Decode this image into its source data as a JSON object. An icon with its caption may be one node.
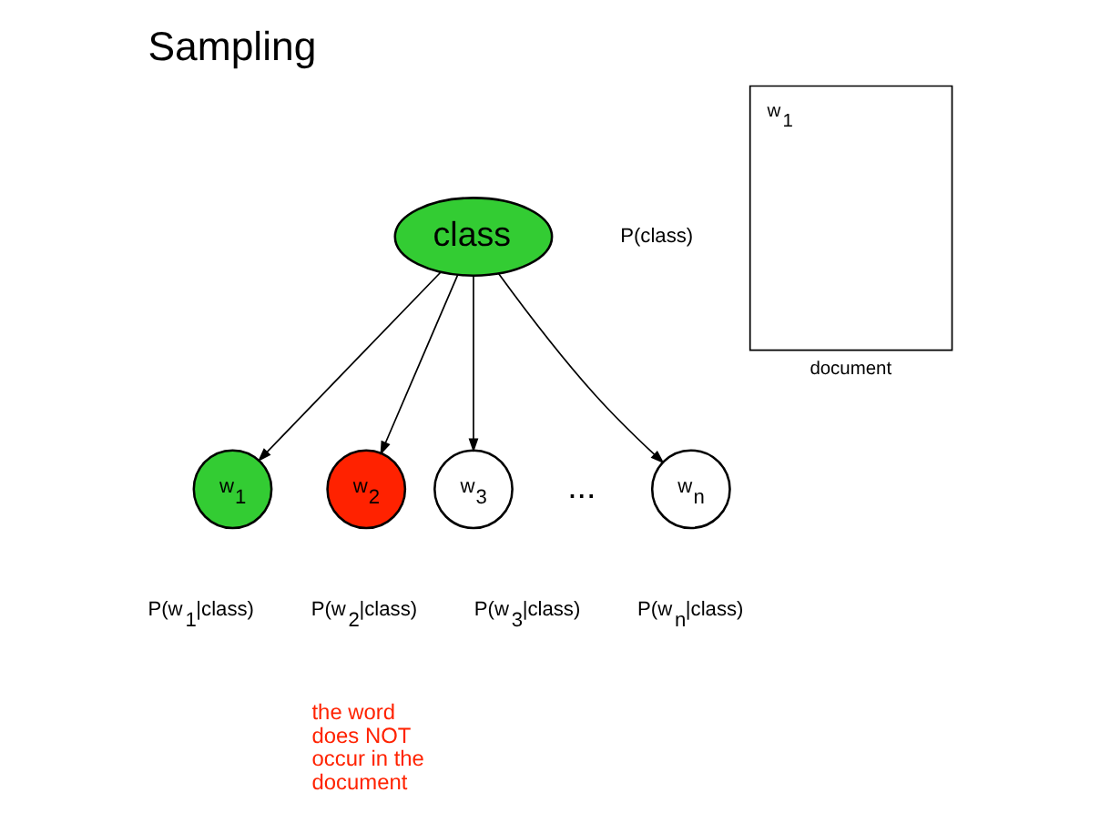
{
  "diagram": {
    "title": "Sampling",
    "nodes": [
      {
        "text": [
          "class"
        ],
        "beside": [
          "P(class)"
        ]
      },
      {
        "text": [
          "w$_{1}$"
        ],
        "beside": [
          "P(w$_{1}$|class)"
        ]
      },
      {
        "text": [
          "w$_{2}$"
        ],
        "beside": [
          "P(w$_{2}$|class)"
        ]
      },
      {
        "text": [
          "w$_{3}$"
        ],
        "beside": [
          "P(w$_{3}$|class)"
        ]
      },
      {
        "text": [
          "w$_{n}$"
        ],
        "beside": [
          "P(w$_{n}$|class)"
        ]
      },
      {
        "text": [
          "w$_{1}$"
        ],
        "beside": [
          "document"
        ]
      }
    ],
    "edges": [
      {
        "from": 0,
        "to": 1,
        "arrow": "to"
      },
      {
        "from": 0,
        "to": 2,
        "arrow": "to"
      },
      {
        "from": 0,
        "to": 3,
        "arrow": "to"
      },
      {
        "from": 0,
        "to": 4,
        "arrow": "to"
      }
    ],
    "labels": [
      "...",
      "the word does NOT occur in the document"
    ]
  }
}
